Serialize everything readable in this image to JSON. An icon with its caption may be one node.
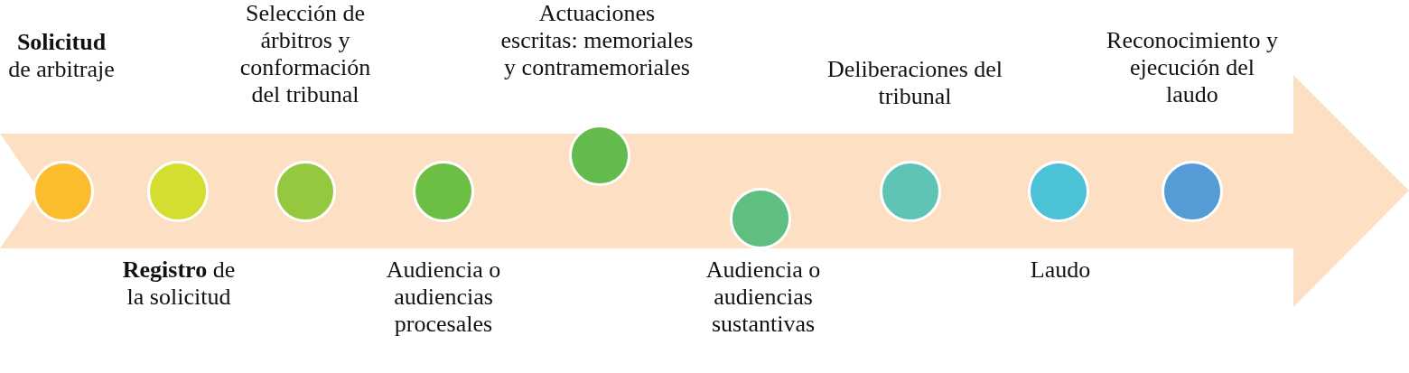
{
  "diagram": {
    "nodes": [
      {
        "text": [],
        "shape": "circle",
        "beside": [
          "**Solicitud** de arbitraje"
        ]
      },
      {
        "text": [],
        "shape": "circle",
        "beside": [
          "**Registro** de la solicitud"
        ]
      },
      {
        "text": [],
        "shape": "circle",
        "beside": [
          "Selección de árbitros y conformación del tribunal"
        ]
      },
      {
        "text": [],
        "shape": "circle",
        "beside": [
          "Audiencia o audiencias procesales"
        ]
      },
      {
        "text": [],
        "shape": "circle",
        "beside": [
          "Actuaciones escritas: memoriales y contramemoriales"
        ]
      },
      {
        "text": [],
        "shape": "circle",
        "beside": [
          "Audiencia o audiencias sustantivas"
        ]
      },
      {
        "text": [],
        "shape": "circle",
        "beside": [
          "Deliberaciones del tribunal"
        ]
      },
      {
        "text": [],
        "shape": "circle",
        "beside": [
          "Laudo"
        ]
      },
      {
        "text": [],
        "shape": "circle",
        "beside": [
          "Reconocimiento y ejecución del laudo"
        ]
      }
    ]
  }
}
